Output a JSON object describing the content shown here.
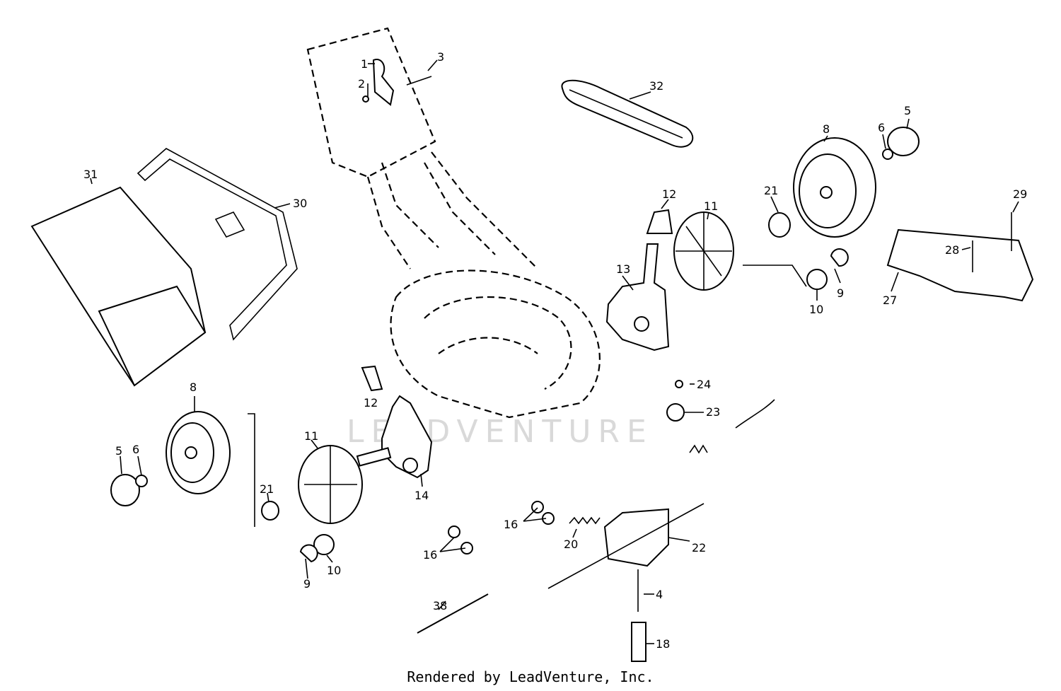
{
  "diagram": {
    "watermark": "LEADVENTURE",
    "credit": "Rendered by LeadVenture, Inc.",
    "callouts": [
      {
        "id": "c1",
        "text": "1"
      },
      {
        "id": "c2",
        "text": "2"
      },
      {
        "id": "c3",
        "text": "3"
      },
      {
        "id": "c32",
        "text": "32"
      },
      {
        "id": "c31",
        "text": "31"
      },
      {
        "id": "c30",
        "text": "30"
      },
      {
        "id": "c8a",
        "text": "8"
      },
      {
        "id": "c6a",
        "text": "6"
      },
      {
        "id": "c5a",
        "text": "5"
      },
      {
        "id": "c12a",
        "text": "12"
      },
      {
        "id": "c11a",
        "text": "11"
      },
      {
        "id": "c21a",
        "text": "21"
      },
      {
        "id": "c29",
        "text": "29"
      },
      {
        "id": "c28",
        "text": "28"
      },
      {
        "id": "c27",
        "text": "27"
      },
      {
        "id": "c13",
        "text": "13"
      },
      {
        "id": "c9a",
        "text": "9"
      },
      {
        "id": "c10a",
        "text": "10"
      },
      {
        "id": "c24",
        "text": "24"
      },
      {
        "id": "c23",
        "text": "23"
      },
      {
        "id": "c12b",
        "text": "12"
      },
      {
        "id": "c8b",
        "text": "8"
      },
      {
        "id": "c5b",
        "text": "5"
      },
      {
        "id": "c6b",
        "text": "6"
      },
      {
        "id": "c11b",
        "text": "11"
      },
      {
        "id": "c14",
        "text": "14"
      },
      {
        "id": "c21b",
        "text": "21"
      },
      {
        "id": "c16a",
        "text": "16"
      },
      {
        "id": "c16b",
        "text": "16"
      },
      {
        "id": "c20",
        "text": "20"
      },
      {
        "id": "c22",
        "text": "22"
      },
      {
        "id": "c9b",
        "text": "9"
      },
      {
        "id": "c10b",
        "text": "10"
      },
      {
        "id": "c38",
        "text": "38"
      },
      {
        "id": "c4",
        "text": "4"
      },
      {
        "id": "c18",
        "text": "18"
      }
    ]
  }
}
